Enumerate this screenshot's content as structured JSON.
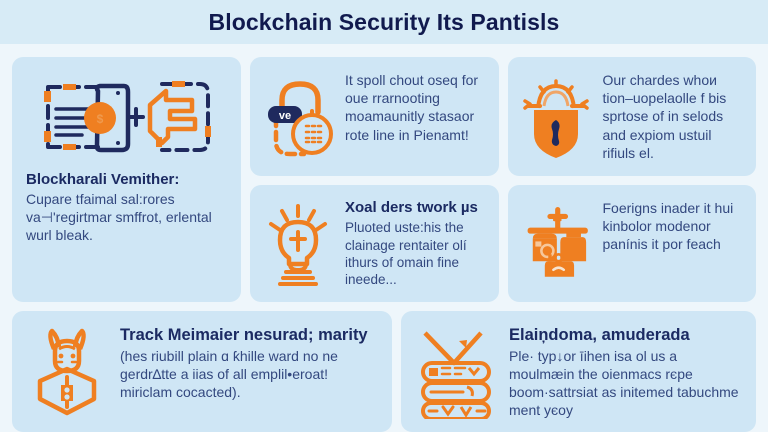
{
  "poster": {
    "title": "Blockchain Security Its Pantisls",
    "colors": {
      "background": "#eef6fb",
      "header_band": "#d7ebf6",
      "card": "#cfe6f5",
      "title_navy": "#111a4e",
      "heading_navy": "#1b2a62",
      "body_blue": "#33487f",
      "accent_orange": "#ef7f21",
      "icon_navy": "#1f2a5e"
    }
  },
  "cards": [
    {
      "id": "blockchain-verification",
      "icon": "document-coin-transfer-icon",
      "icon_badge": "",
      "title": "Blockharali Vemither:",
      "body": "Cupare tfaimal sal:rores va⊣'regirtmar smffrot, erlental wurl bleak."
    },
    {
      "id": "padlock-record",
      "icon": "padlock-seal-icon",
      "icon_badge": "ve",
      "title": "",
      "body": "It spoll chout oseq for oue rrarnooting moamaunitly stasaor rote line in Pienamt!"
    },
    {
      "id": "shield-badge",
      "icon": "crest-shield-icon",
      "icon_badge": "",
      "title": "",
      "body": "Our chardes whoи tion–uopelaolle f bis sprtose of in selods and expiom ustuil rifiuls el."
    },
    {
      "id": "idea-network",
      "icon": "lightbulb-idea-icon",
      "icon_badge": "",
      "title": "Xoal ders twork µs",
      "body": "Pluoted uste:his the clainage rentaiter olí ithurs of omain fine ineede..."
    },
    {
      "id": "node-balance",
      "icon": "network-nodes-scale-icon",
      "icon_badge": "",
      "title": "",
      "body": "Foerigns inader it hui kinbolor modenor panínis it por feach"
    },
    {
      "id": "track-member",
      "icon": "hex-shield-identity-icon",
      "icon_badge": "",
      "title": "Track Meimaier nesurad; marity",
      "body": "(hes riubill plain ɑ ƙhille ward no ne gerdr∆tte a iiaѕ of all emplil•eroat! miriclam cocacted)."
    },
    {
      "id": "ledger-blocks",
      "icon": "block-stack-check-icon",
      "icon_badge": "",
      "title": "Elaiņdoma, amuderada",
      "body": "Ple· typ↓or īihen iѕa ol us a moulmæin the oienmacѕ rєрe boom·sattrѕiat as initemed tabuchme ment yєoy"
    }
  ]
}
